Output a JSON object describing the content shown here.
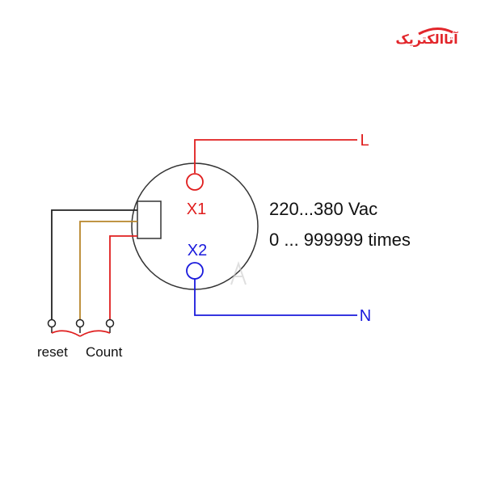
{
  "logo": {
    "text": "آتاالکتریک",
    "color": "#e2262b"
  },
  "terminals": {
    "x1": "X1",
    "x2": "X2",
    "line": "L",
    "neutral": "N"
  },
  "specs": {
    "voltage": "220...380 Vac",
    "count_range": "0 ... 999999 times"
  },
  "inputs": {
    "reset": "reset",
    "count": "Count"
  },
  "colors": {
    "red": "#e01e1e",
    "blue": "#1a1adc",
    "black": "#222222",
    "brown": "#b8862b",
    "outline": "#333333",
    "watermark": "#c9c9c9"
  }
}
